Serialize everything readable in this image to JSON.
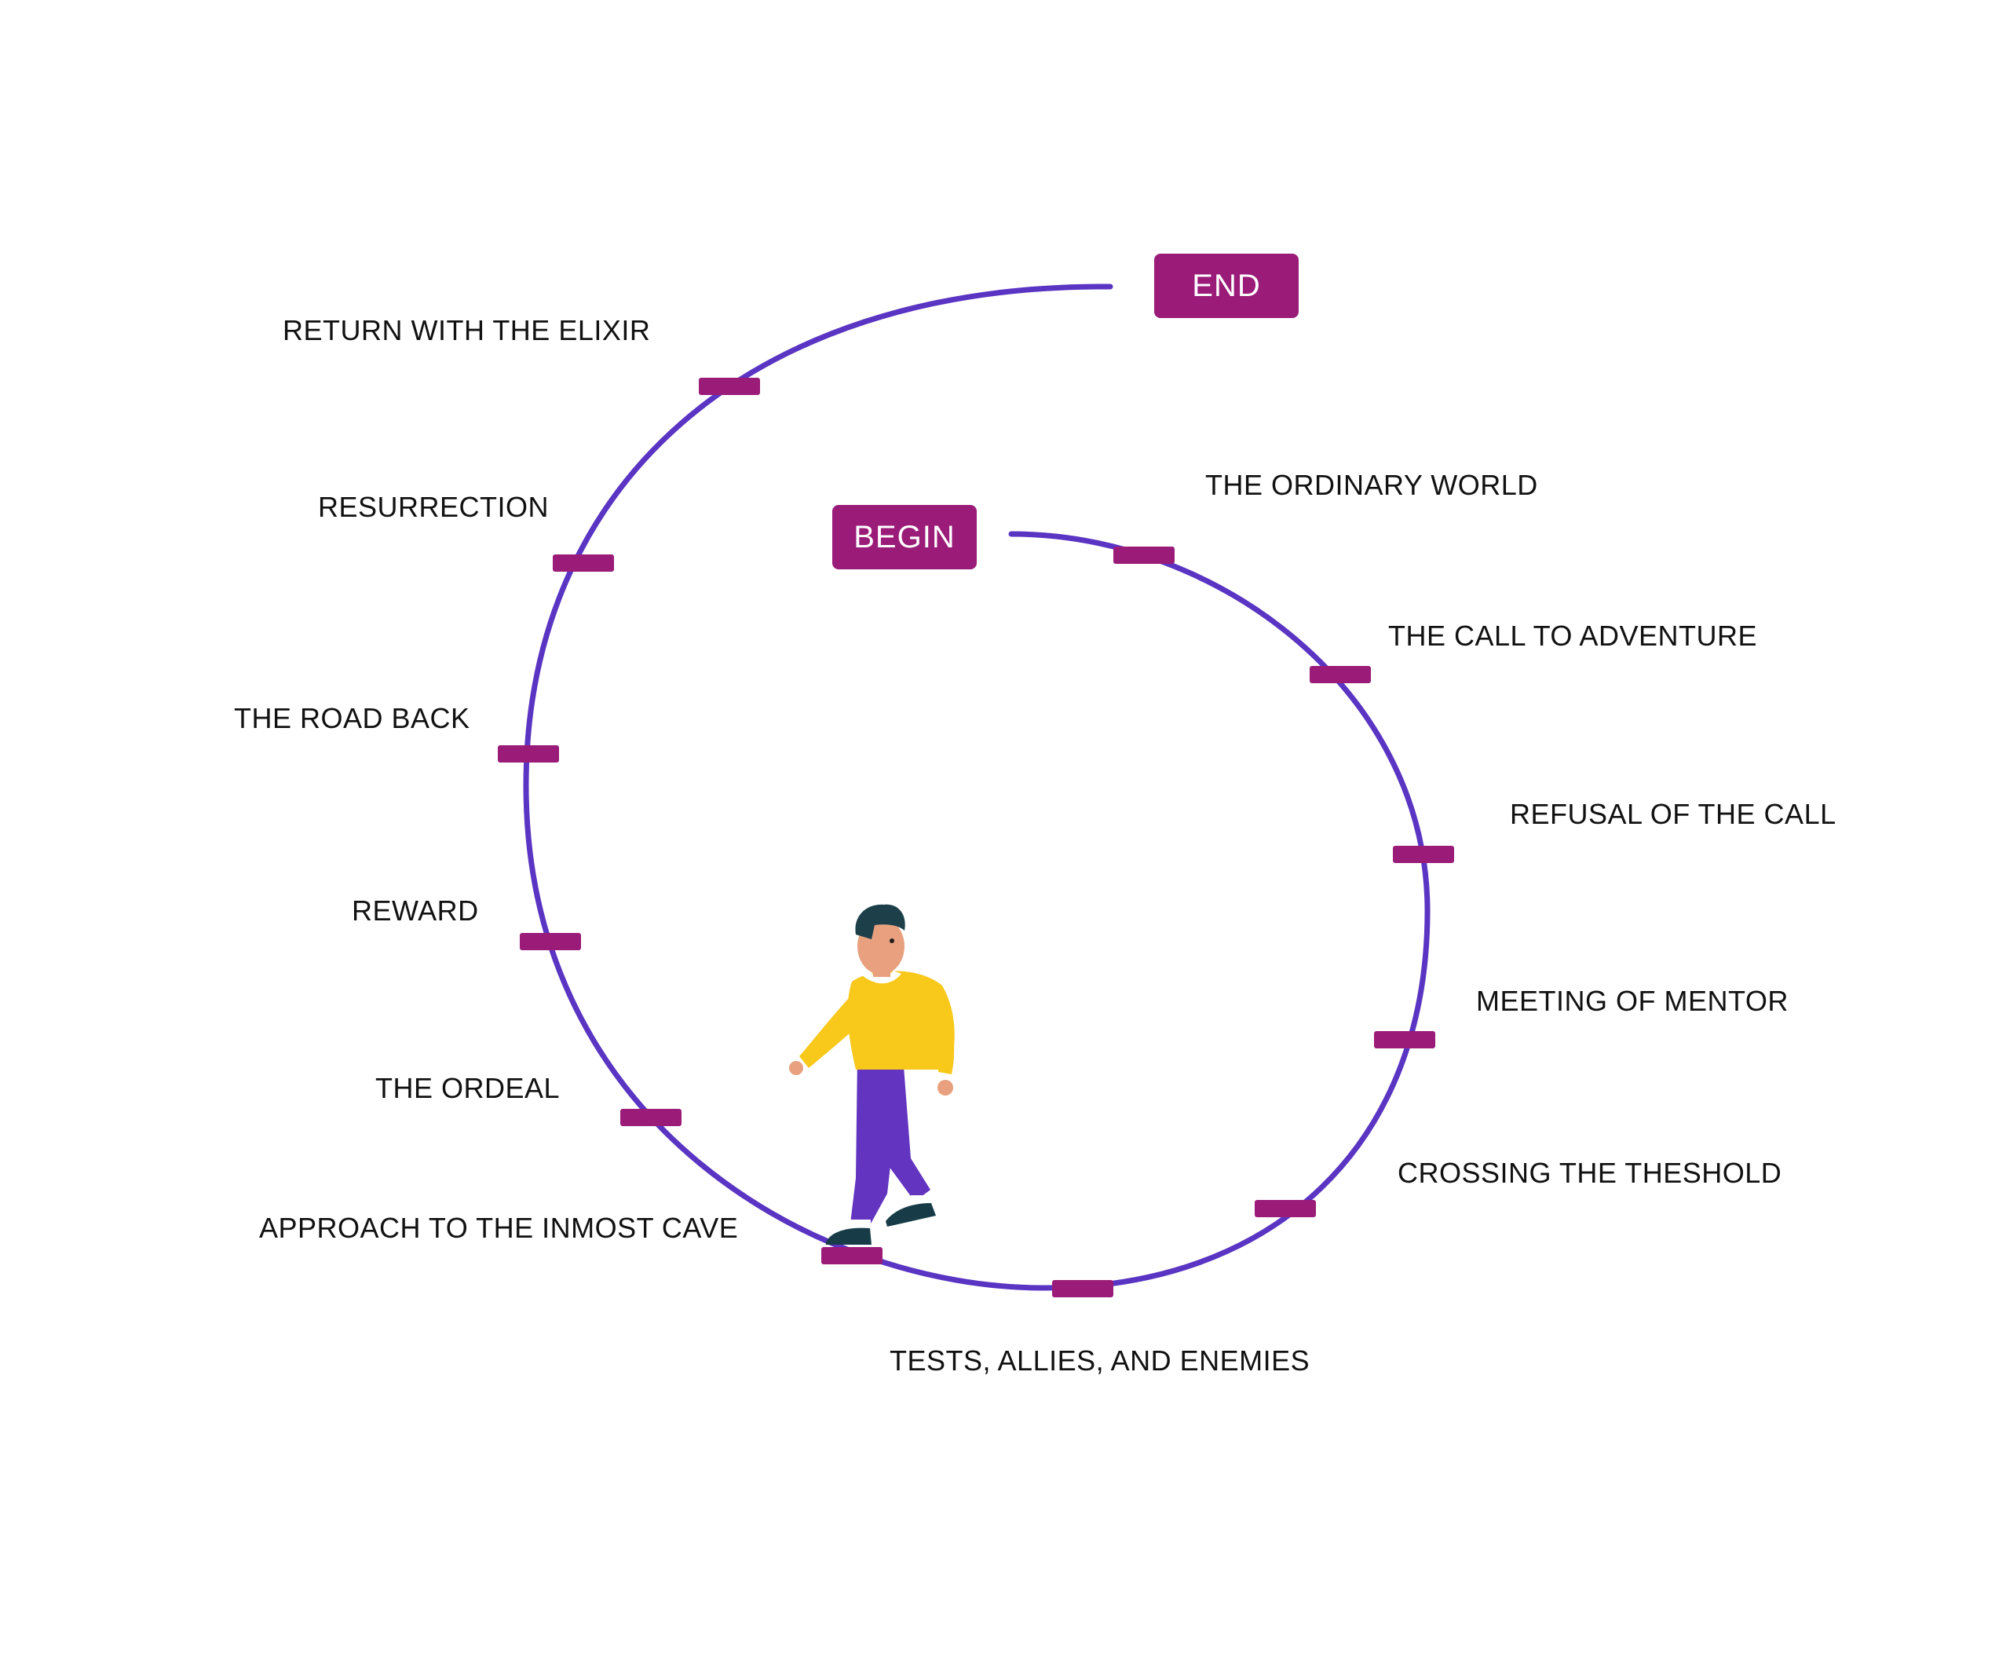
{
  "colors": {
    "path": "#5a34c2",
    "marker": "#9a1b78",
    "text": "#111111",
    "shirt": "#f8c81a",
    "pants": "#6234c0",
    "skin": "#e8a07e",
    "hair": "#1d3f4a",
    "shoe": "#173c48"
  },
  "badges": {
    "begin": "BEGIN",
    "end": "END"
  },
  "stages": [
    "THE ORDINARY WORLD",
    "THE CALL TO ADVENTURE",
    "REFUSAL OF THE CALL",
    "MEETING OF MENTOR",
    "CROSSING THE THESHOLD",
    "TESTS, ALLIES, AND ENEMIES",
    "APPROACH TO THE INMOST CAVE",
    "THE ORDEAL",
    "REWARD",
    "THE ROAD BACK",
    "RESURRECTION",
    "RETURN WITH THE ELIXIR"
  ],
  "figure": {
    "icon": "walking-person-icon"
  }
}
